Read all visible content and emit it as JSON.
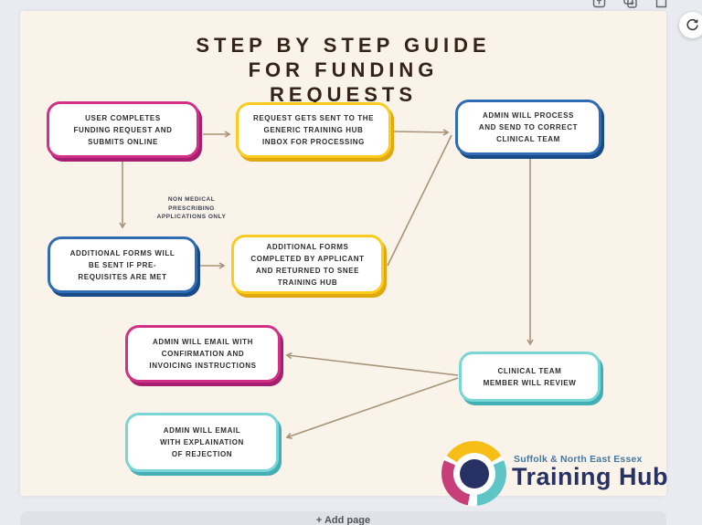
{
  "page": {
    "title": "STEP BY STEP GUIDE\nFOR FUNDING\nREQUESTS",
    "add_page_label": "+ Add page"
  },
  "toolbar": {
    "icons": [
      "move-up-page-icon",
      "duplicate-page-icon",
      "new-page-icon"
    ],
    "sync_icon": "refresh-sync-icon"
  },
  "flowchart": {
    "nodes": [
      {
        "id": "user-completes",
        "color": "pink",
        "text": "USER COMPLETES\nFUNDING REQUEST AND\nSUBMITS ONLINE"
      },
      {
        "id": "request-inbox",
        "color": "yellow",
        "text": "REQUEST GETS SENT TO THE\nGENERIC TRAINING HUB\nINBOX FOR PROCESSING"
      },
      {
        "id": "admin-process",
        "color": "blue",
        "text": "ADMIN WILL PROCESS\nAND SEND TO CORRECT\nCLINICAL TEAM"
      },
      {
        "id": "additional-forms-sent",
        "color": "blue",
        "text": "ADDITIONAL FORMS WILL\nBE SENT IF PRE-\nREQUISITES ARE MET"
      },
      {
        "id": "additional-forms-completed",
        "color": "yellow",
        "text": "ADDITIONAL FORMS\nCOMPLETED BY APPLICANT\nAND RETURNED TO SNEE\nTRAINING HUB"
      },
      {
        "id": "email-confirmation",
        "color": "pink",
        "text": "ADMIN WILL EMAIL WITH\nCONFIRMATION AND\nINVOICING INSTRUCTIONS"
      },
      {
        "id": "email-rejection",
        "color": "teal",
        "text": "ADMIN WILL EMAIL\nWITH EXPLAINATION\nOF REJECTION"
      },
      {
        "id": "clinical-review",
        "color": "teal",
        "text": "CLINICAL TEAM\nMEMBER WILL REVIEW"
      }
    ],
    "edge_label": "NON MEDICAL\nPRESCRIBING\nAPPLICATIONS ONLY"
  },
  "logo": {
    "tagline": "Suffolk & North East Essex",
    "name": "Training Hub"
  },
  "colors": {
    "workspace_bg": "#E9EBF1",
    "canvas_bg": "#FAF3EA",
    "band_bg": "#E0E2E8",
    "title": "#342418",
    "node_text": "#2D2D2D",
    "label_text": "#3B4050",
    "arrow": "#A79478",
    "pink": "#D23087",
    "pink_shadow": "#A61E6F",
    "yellow": "#FCCB1E",
    "yellow_shadow": "#E0A90F",
    "blue": "#2F6CB4",
    "blue_shadow": "#174A87",
    "teal": "#79D5D7",
    "teal_shadow": "#43AEB3",
    "logo_yellow": "#F6BE17",
    "logo_teal": "#5FC4C6",
    "logo_pink": "#C73E78",
    "logo_navy": "#283163",
    "logo_steel": "#44799F"
  }
}
